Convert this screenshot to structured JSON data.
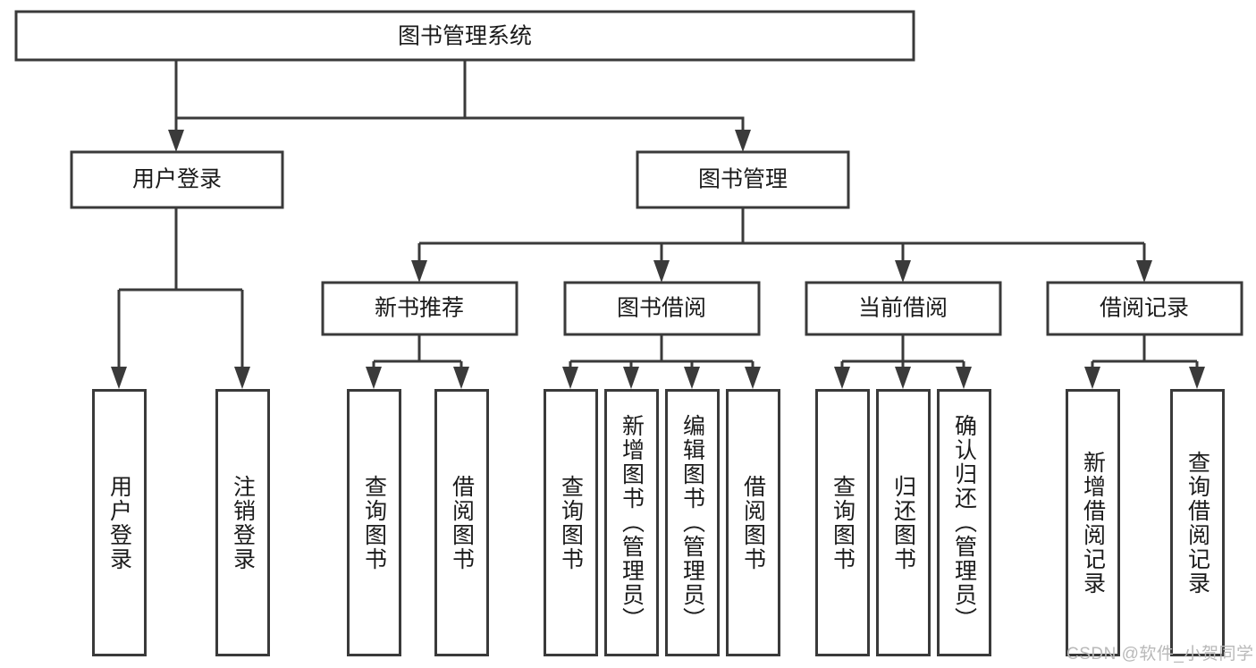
{
  "diagram": {
    "type": "tree",
    "title": "图书管理系统",
    "colors": {
      "stroke": "#3a3a3a",
      "box_fill": "#ffffff",
      "text": "#1b1b1b",
      "background": "#ffffff",
      "watermark": "#b9b9b9"
    },
    "root": {
      "label": "图书管理系统"
    },
    "level2": [
      {
        "label": "用户登录"
      },
      {
        "label": "图书管理"
      }
    ],
    "level3": [
      {
        "label": "新书推荐"
      },
      {
        "label": "图书借阅"
      },
      {
        "label": "当前借阅"
      },
      {
        "label": "借阅记录"
      }
    ],
    "leaves": {
      "user_login": [
        {
          "label": "用户登录"
        },
        {
          "label": "注销登录"
        }
      ],
      "new_book_recommend": [
        {
          "label": "查询图书"
        },
        {
          "label": "借阅图书"
        }
      ],
      "book_borrow": [
        {
          "label": "查询图书"
        },
        {
          "label": "新增图书（管理员）"
        },
        {
          "label": "编辑图书（管理员）"
        },
        {
          "label": "借阅图书"
        }
      ],
      "current_borrow": [
        {
          "label": "查询图书"
        },
        {
          "label": "归还图书"
        },
        {
          "label": "确认归还（管理员）"
        }
      ],
      "borrow_record": [
        {
          "label": "新增借阅记录"
        },
        {
          "label": "查询借阅记录"
        }
      ]
    }
  },
  "watermark": {
    "text": "CSDN @软件_小贺同学"
  }
}
